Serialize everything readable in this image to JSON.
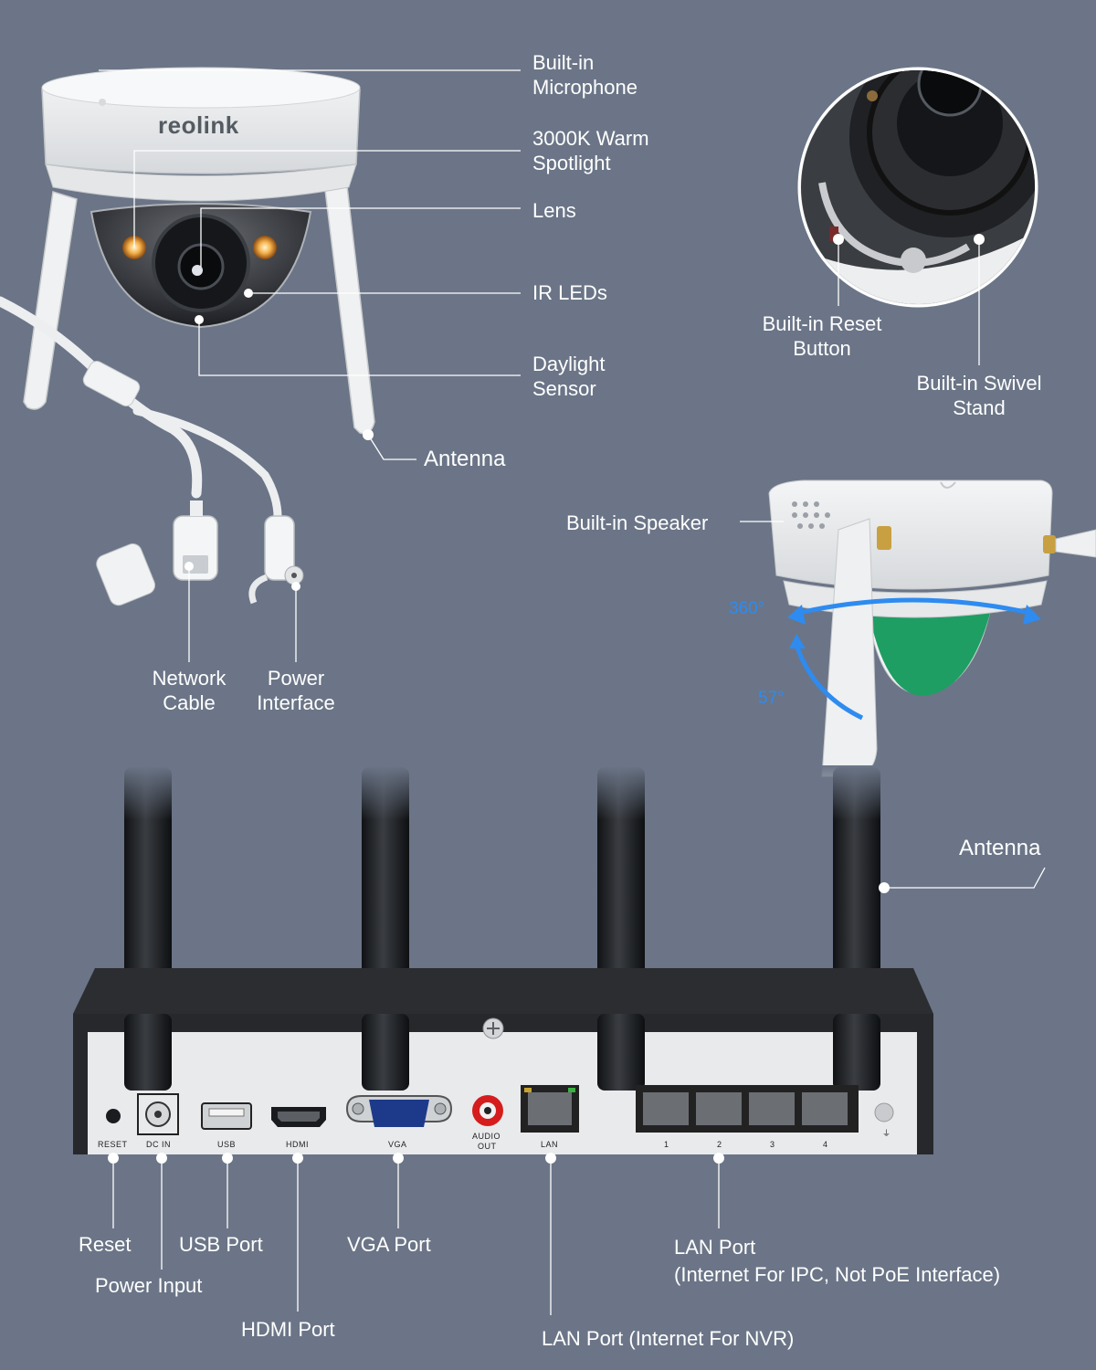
{
  "brand": {
    "logo_text": "reolink"
  },
  "camera_labels": {
    "microphone": "Built-in\nMicrophone",
    "spotlight": "3000K Warm\nSpotlight",
    "lens": "Lens",
    "ir_leds": "IR LEDs",
    "daylight_sensor": "Daylight\nSensor",
    "antenna": "Antenna",
    "network_cable": "Network\nCable",
    "power_interface": "Power\nInterface"
  },
  "inset_labels": {
    "reset_button": "Built-in Reset\nButton",
    "swivel_stand": "Built-in Swivel\nStand",
    "speaker": "Built-in Speaker",
    "rotation_horizontal": "360°",
    "rotation_vertical": "57°"
  },
  "nvr_labels": {
    "antenna": "Antenna",
    "reset": "Reset",
    "power_input": "Power Input",
    "usb_port": "USB Port",
    "hdmi_port": "HDMI Port",
    "vga_port": "VGA Port",
    "lan_nvr": "LAN Port (Internet For NVR)",
    "lan_ipc": "LAN Port\n(Internet For IPC, Not PoE Interface)"
  },
  "nvr_panel_text": {
    "reset": "RESET",
    "dc_in": "DC IN",
    "usb": "USB",
    "hdmi": "HDMI",
    "vga": "VGA",
    "audio_out_1": "AUDIO",
    "audio_out_2": "OUT",
    "lan": "LAN",
    "ports": [
      "1",
      "2",
      "3",
      "4"
    ]
  },
  "colors": {
    "background": "#6b7587",
    "rotation_arrow": "#2e8bf0",
    "swivel_stand": "#1e9e63"
  }
}
